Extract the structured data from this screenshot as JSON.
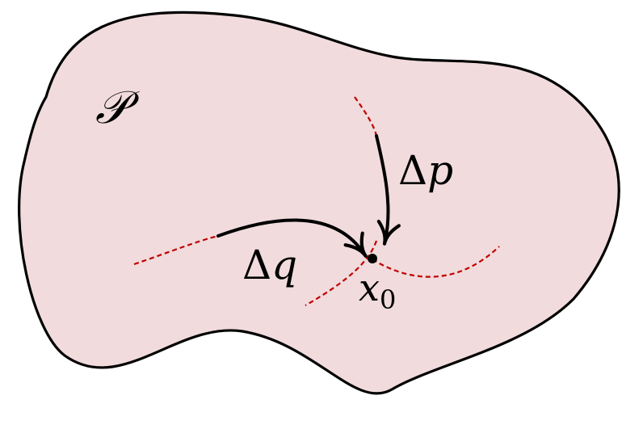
{
  "diagram": {
    "region_symbol": "𝒫",
    "point_label": {
      "base": "x",
      "sub": "0"
    },
    "delta_p_label": {
      "delta": "Δ",
      "var": "p"
    },
    "delta_q_label": {
      "delta": "Δ",
      "var": "q"
    }
  },
  "colors": {
    "region_fill": "#f1dbdc",
    "outline": "#000000",
    "dashed_curve": "#c00000",
    "arrow": "#000000"
  }
}
